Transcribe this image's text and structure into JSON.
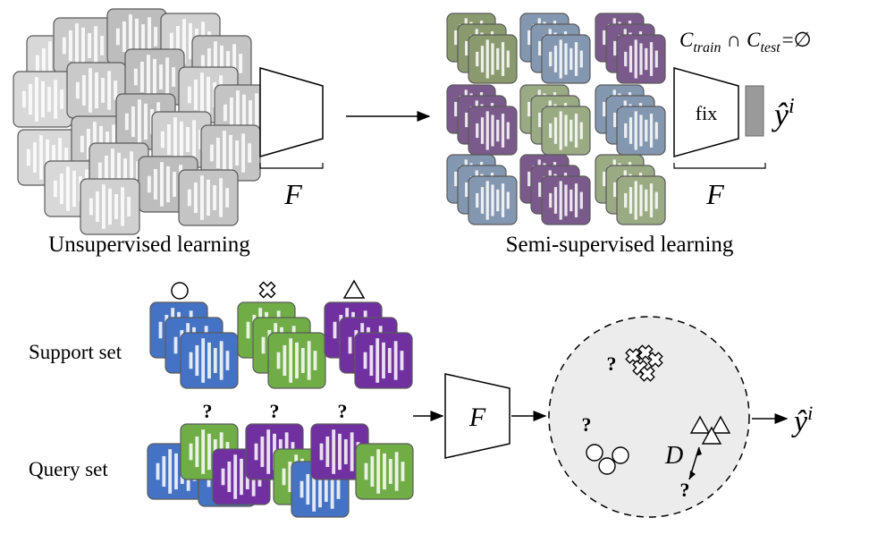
{
  "top_left": {
    "caption": "Unsupervised learning",
    "encoder_label": "F"
  },
  "top_right": {
    "caption": "Semi-supervised learning",
    "encoder_label": "F",
    "fix_label": "fix",
    "output_label": "ŷ",
    "output_sup": "i",
    "constraint": {
      "c1": "C",
      "c1_sub": "train",
      "op": "∩",
      "c2": "C",
      "c2_sub": "test",
      "eq": "=∅"
    }
  },
  "bottom": {
    "support_label": "Support set",
    "query_label": "Query set",
    "encoder_label": "F",
    "distance_label": "D",
    "output_label": "ŷ",
    "output_sup": "i",
    "question_mark": "?",
    "class_shape_icons": [
      "circle-icon",
      "cross-icon",
      "triangle-icon"
    ]
  },
  "colors": {
    "blue": "#4472c4",
    "green": "#70ad47",
    "purple": "#7030a0",
    "gray": "#c8c8c8",
    "olive": "#8a9a6e",
    "steel": "#8497b0",
    "mauve": "#7a5a8a",
    "sage": "#9aab84"
  }
}
